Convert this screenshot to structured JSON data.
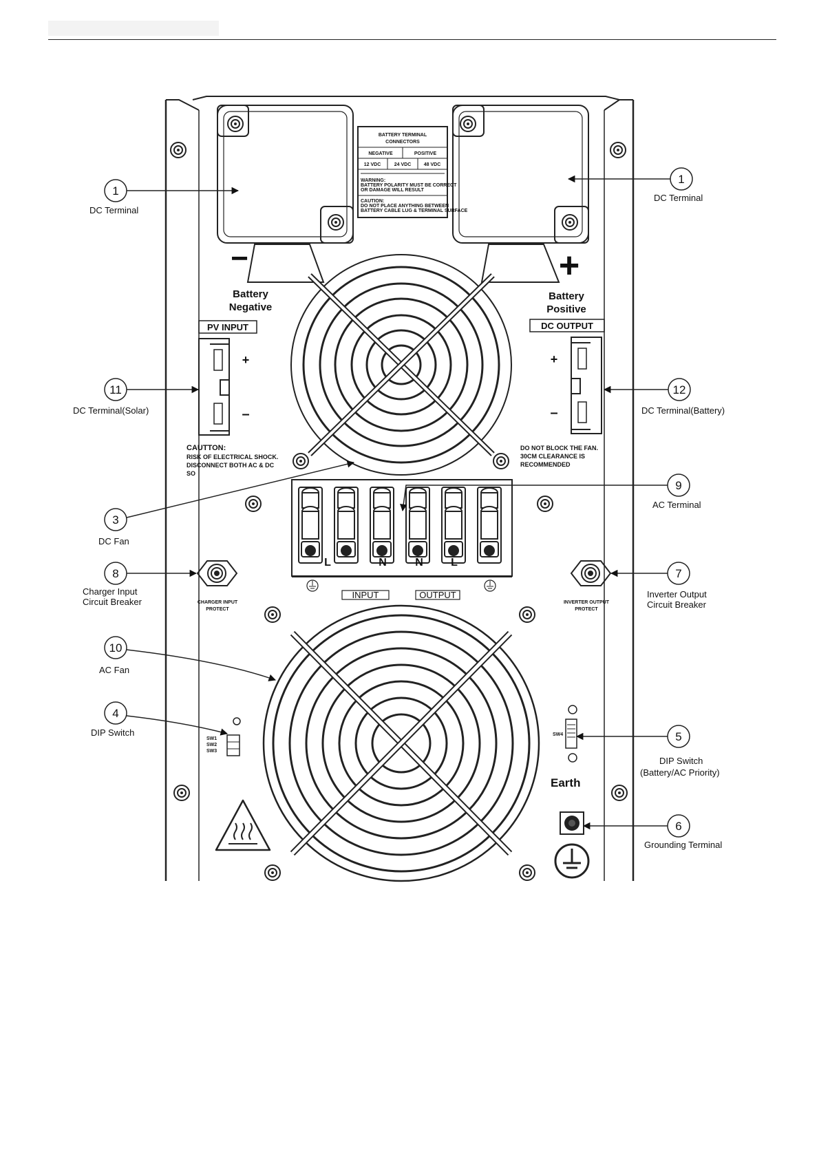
{
  "callouts": {
    "c1a": {
      "num": "1",
      "label": "DC Terminal"
    },
    "c1b": {
      "num": "1",
      "label": "DC Terminal"
    },
    "c11": {
      "num": "11",
      "label": "DC Terminal(Solar)"
    },
    "c12": {
      "num": "12",
      "label": "DC Terminal(Battery)"
    },
    "c3": {
      "num": "3",
      "label": "DC Fan"
    },
    "c9": {
      "num": "9",
      "label": "AC Terminal"
    },
    "c8": {
      "num": "8",
      "label1": "Charger Input",
      "label2": "Circuit Breaker"
    },
    "c7": {
      "num": "7",
      "label1": "Inverter Output",
      "label2": "Circuit Breaker"
    },
    "c10": {
      "num": "10",
      "label": "AC Fan"
    },
    "c4": {
      "num": "4",
      "label": "DIP Switch"
    },
    "c5": {
      "num": "5",
      "label1": "DIP Switch",
      "label2": "(Battery/AC Priority)"
    },
    "c6": {
      "num": "6",
      "label": "Grounding Terminal"
    }
  },
  "panel": {
    "battery_negative_1": "Battery",
    "battery_negative_2": "Negative",
    "battery_positive_1": "Battery",
    "battery_positive_2": "Positive",
    "minus_sign": "−",
    "plus_sign": "+",
    "pv_input": "PV INPUT",
    "dc_output": "DC OUTPUT",
    "caution_title": "CAUTTON:",
    "caution_l1": "RISK OF ELECTRICAL SHOCK.",
    "caution_l2": "DISCONNECT BOTH AC & DC",
    "caution_l3": "SO",
    "fan_note_l1": "DO NOT BLOCK THE FAN.",
    "fan_note_l2": "30CM CLEARANCE IS",
    "fan_note_l3": "RECOMMENDED",
    "charger_protect_1": "CHARGER INPUT",
    "charger_protect_2": "PROTECT",
    "inverter_protect_1": "INVERTER OUTPUT",
    "inverter_protect_2": "PROTECT",
    "term_L1": "L",
    "term_N1": "N",
    "term_N2": "N",
    "term_L2": "L",
    "input_label": "INPUT",
    "output_label": "OUTPUT",
    "earth": "Earth",
    "sw1": "SW1",
    "sw2": "SW2",
    "sw3": "SW3",
    "sw4": "SW4"
  },
  "label_plate": {
    "title1": "BATTERY  TERMINAL",
    "title2": "CONNECTORS",
    "negative": "NEGATIVE",
    "positive": "POSITIVE",
    "v12": "12 VDC",
    "v24": "24 VDC",
    "v48": "48 VDC",
    "warn1": "WARNING:",
    "warn2": "BATTERY POLARITY MUST BE CORRECT",
    "warn3": "OR DAMAGE WILL RESULT",
    "caut1": "CAUTION:",
    "caut2": "DO NOT PLACE ANYTHING BETWEEN",
    "caut3": "BATTERY CABLE LUG & TERMINAL SURFACE"
  }
}
